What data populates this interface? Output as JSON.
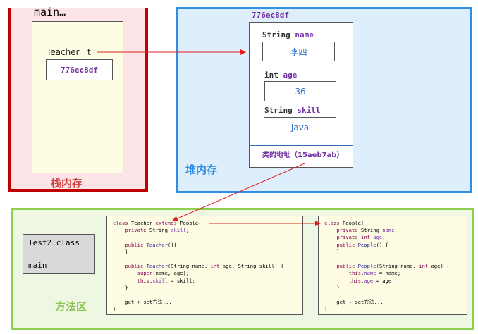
{
  "stack": {
    "frame_label": "main…",
    "var_type": "Teacher",
    "var_name": "t",
    "ref_address": "776ec8df",
    "title": "栈内存"
  },
  "heap": {
    "object_address": "776ec8df",
    "fields": [
      {
        "type": "String",
        "name": "name",
        "value": "李四"
      },
      {
        "type": "int",
        "name": "age",
        "value": "36"
      },
      {
        "type": "String",
        "name": "skill",
        "value": "Java"
      }
    ],
    "class_address": "类的地址（15aeb7ab）",
    "title": "堆内存"
  },
  "method_area": {
    "title": "方法区",
    "test2": {
      "name": "Test2.class",
      "method": "main"
    },
    "teacher_code": [
      [
        {
          "t": "class",
          "c": "kw"
        },
        {
          "t": " Teacher "
        },
        {
          "t": "extends",
          "c": "kw"
        },
        {
          "t": " People{"
        }
      ],
      [
        {
          "t": "    "
        },
        {
          "t": "private",
          "c": "kw"
        },
        {
          "t": " String "
        },
        {
          "t": "skill",
          "c": "fld"
        },
        {
          "t": ";"
        }
      ],
      [],
      [
        {
          "t": "    "
        },
        {
          "t": "public",
          "c": "kw"
        },
        {
          "t": " "
        },
        {
          "t": "Teacher",
          "c": "mth"
        },
        {
          "t": "(){"
        }
      ],
      [
        {
          "t": "    }"
        }
      ],
      [],
      [
        {
          "t": "    "
        },
        {
          "t": "public",
          "c": "kw"
        },
        {
          "t": " "
        },
        {
          "t": "Teacher",
          "c": "mth"
        },
        {
          "t": "(String name, "
        },
        {
          "t": "int",
          "c": "kw"
        },
        {
          "t": " age, String skill) {"
        }
      ],
      [
        {
          "t": "        "
        },
        {
          "t": "super",
          "c": "kw"
        },
        {
          "t": "(name, age);"
        }
      ],
      [
        {
          "t": "        "
        },
        {
          "t": "this",
          "c": "kw"
        },
        {
          "t": "."
        },
        {
          "t": "skill",
          "c": "fld"
        },
        {
          "t": " = skill;"
        }
      ],
      [
        {
          "t": "    }"
        }
      ],
      [],
      [
        {
          "t": "    get + set方法..."
        }
      ],
      [
        {
          "t": "}"
        }
      ]
    ],
    "people_code": [
      [
        {
          "t": "class",
          "c": "kw"
        },
        {
          "t": " People{"
        }
      ],
      [
        {
          "t": "    "
        },
        {
          "t": "private",
          "c": "kw"
        },
        {
          "t": " String "
        },
        {
          "t": "name",
          "c": "fld"
        },
        {
          "t": ";"
        }
      ],
      [
        {
          "t": "    "
        },
        {
          "t": "private",
          "c": "kw"
        },
        {
          "t": " "
        },
        {
          "t": "int",
          "c": "kw"
        },
        {
          "t": " "
        },
        {
          "t": "age",
          "c": "fld"
        },
        {
          "t": ";"
        }
      ],
      [
        {
          "t": "    "
        },
        {
          "t": "public",
          "c": "kw"
        },
        {
          "t": " "
        },
        {
          "t": "People",
          "c": "mth"
        },
        {
          "t": "() {"
        }
      ],
      [
        {
          "t": "    }"
        }
      ],
      [],
      [
        {
          "t": "    "
        },
        {
          "t": "public",
          "c": "kw"
        },
        {
          "t": " "
        },
        {
          "t": "People",
          "c": "mth"
        },
        {
          "t": "(String name, "
        },
        {
          "t": "int",
          "c": "kw"
        },
        {
          "t": " age) {"
        }
      ],
      [
        {
          "t": "        "
        },
        {
          "t": "this",
          "c": "kw"
        },
        {
          "t": "."
        },
        {
          "t": "name",
          "c": "fld"
        },
        {
          "t": " = name;"
        }
      ],
      [
        {
          "t": "        "
        },
        {
          "t": "this",
          "c": "kw"
        },
        {
          "t": "."
        },
        {
          "t": "age",
          "c": "fld"
        },
        {
          "t": " = age;"
        }
      ],
      [
        {
          "t": "    }"
        }
      ],
      [],
      [
        {
          "t": "    get + set方法..."
        }
      ],
      [
        {
          "t": "}"
        }
      ]
    ]
  },
  "colors": {
    "stack_border": "#c00000",
    "heap_border": "#2f8fe6",
    "method_border": "#8fcf4f",
    "arrow": "#e02020",
    "address_text": "#7030a0"
  }
}
